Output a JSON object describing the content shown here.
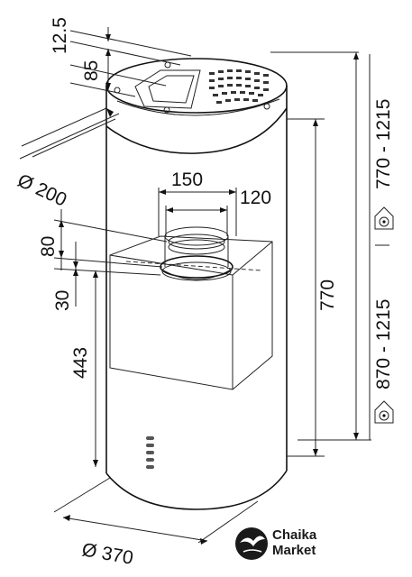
{
  "dimensions": {
    "top_offset": "12.5",
    "top_height": "85",
    "top_diameter": "Ø 200",
    "duct_outer": "150",
    "duct_inner": "120",
    "box_top": "80",
    "box_step": "30",
    "outlet_height": "443",
    "body_height": "770",
    "body_diameter": "Ø 370",
    "ceiling_range_upper": "770 - 1215",
    "ceiling_range_lower": "870 - 1215"
  },
  "logo": {
    "line1": "Chaika",
    "line2": "Market"
  },
  "colors": {
    "line": "#222222",
    "background": "#ffffff"
  }
}
